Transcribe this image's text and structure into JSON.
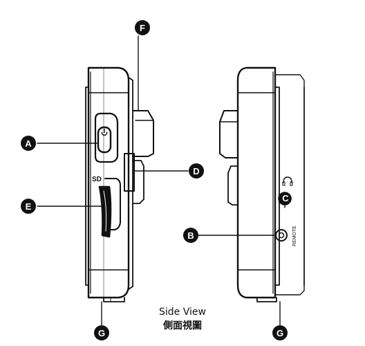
{
  "caption": {
    "title": "Side View",
    "subtitle": "側面視圖"
  },
  "device_labels": {
    "sd": "SD",
    "remote": "REMOTE"
  },
  "callouts": {
    "a": "A",
    "b": "B",
    "c": "C",
    "d": "D",
    "e": "E",
    "f": "F",
    "g_left": "G",
    "g_right": "G"
  },
  "icons": {
    "power": "power-icon",
    "headphone": "headphone-icon"
  }
}
